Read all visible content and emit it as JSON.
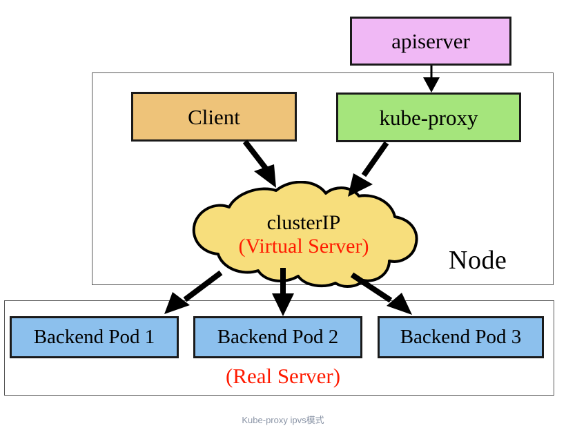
{
  "diagram": {
    "caption": "Kube-proxy ipvs模式",
    "node_label": "Node",
    "real_server_label": "(Real Server)",
    "boxes": {
      "apiserver": {
        "label": "apiserver",
        "color": "#f0b8f5"
      },
      "client": {
        "label": "Client",
        "color": "#eec379"
      },
      "kube_proxy": {
        "label": "kube-proxy",
        "color": "#a5e57c"
      }
    },
    "cloud": {
      "line1": "clusterIP",
      "line2": "(Virtual Server)",
      "color": "#f7de7c",
      "line1_color": "#000000",
      "line2_color": "#ff1a00"
    },
    "pods": [
      {
        "label": "Backend Pod 1",
        "color": "#8cc0ed"
      },
      {
        "label": "Backend Pod 2",
        "color": "#8cc0ed"
      },
      {
        "label": "Backend Pod 3",
        "color": "#8cc0ed"
      }
    ],
    "colors": {
      "stroke": "#000000",
      "container_border": "#555555",
      "accent_red": "#ff1a00",
      "caption_gray": "#8a94a6"
    }
  }
}
